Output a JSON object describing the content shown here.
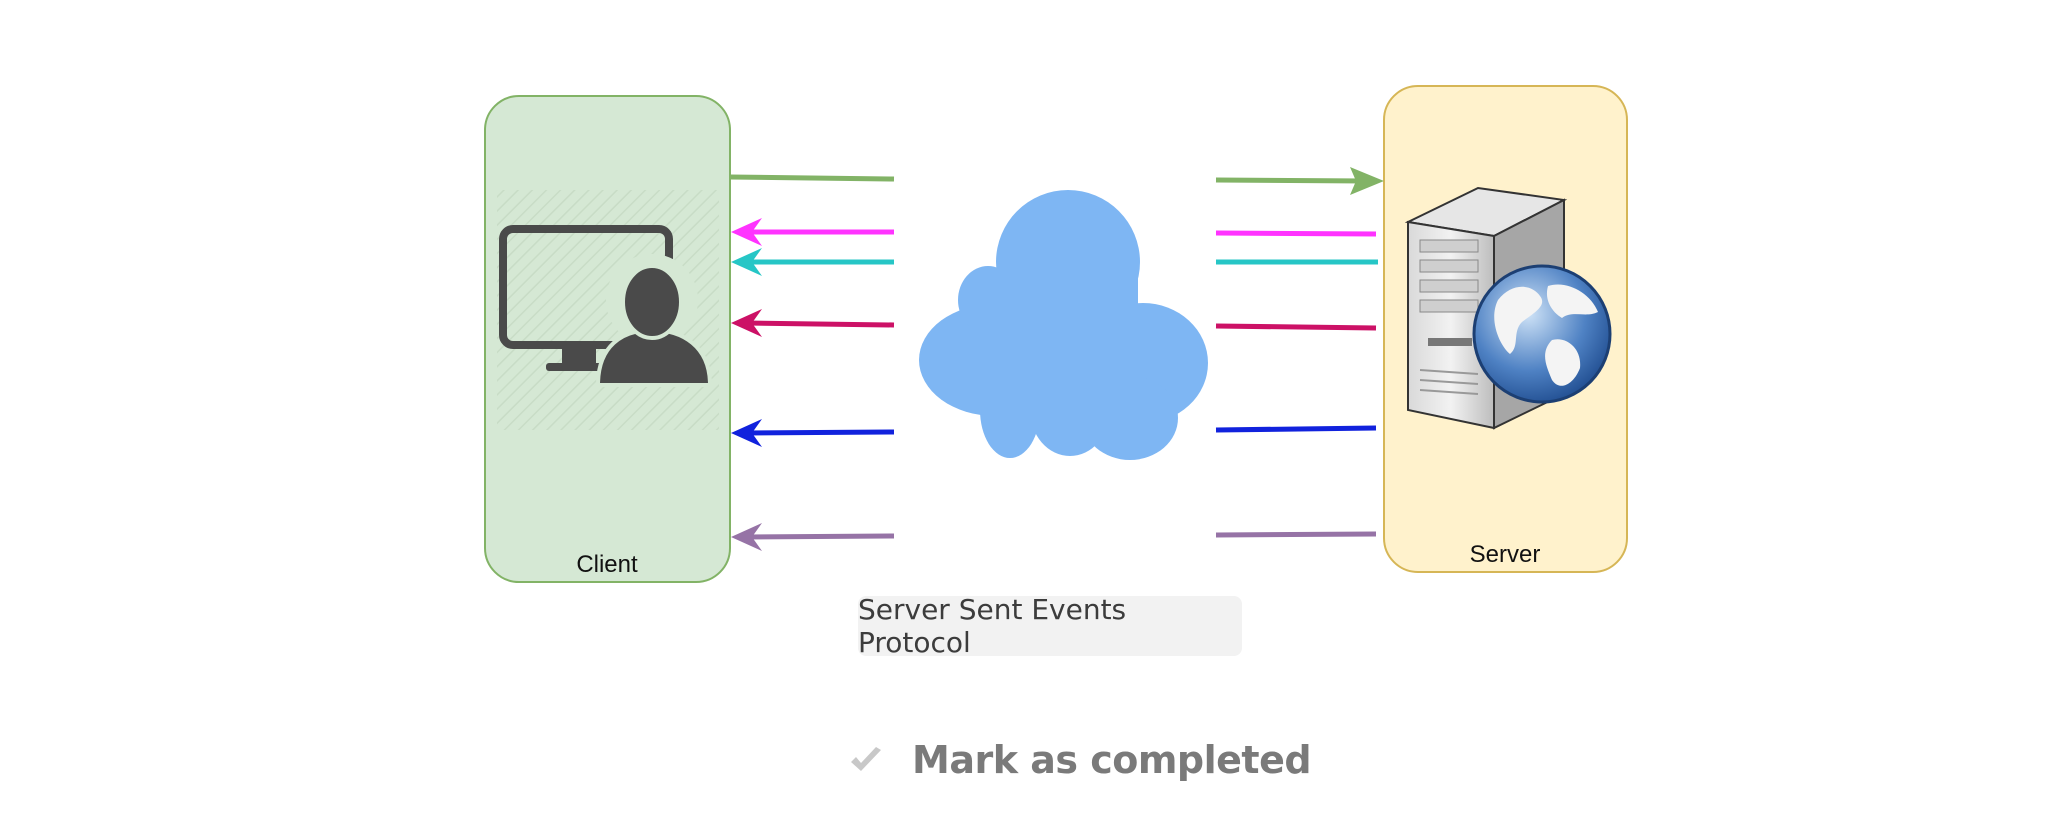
{
  "diagram": {
    "client_label": "Client",
    "server_label": "Server",
    "caption": "Server Sent Events Protocol",
    "arrow_colors": {
      "request": "#82b366",
      "event_magenta": "#ff33ff",
      "event_cyan": "#26c6c6",
      "event_crimson": "#cc1166",
      "event_blue": "#1122dd",
      "event_purple": "#9673a6"
    },
    "client_fill": "#d5e8d4",
    "server_fill": "#fff2cc",
    "cloud_color": "#7eb6f3"
  },
  "footer": {
    "mark_completed_label": "Mark as completed",
    "icon": "checkmark-icon"
  }
}
